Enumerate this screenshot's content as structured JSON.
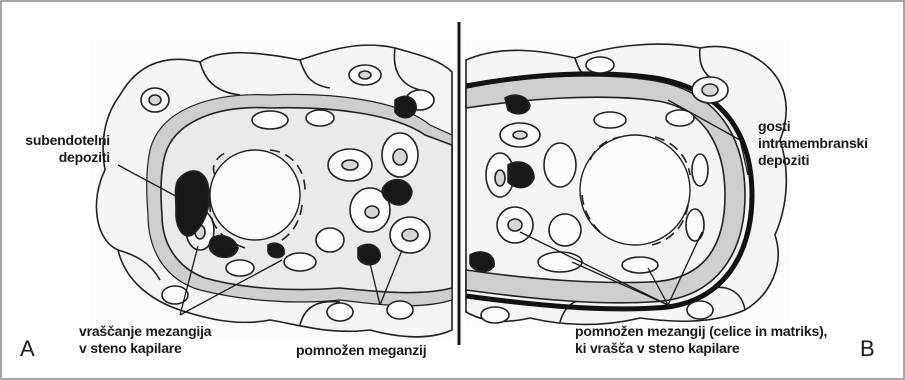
{
  "panel_a": {
    "letter": "A",
    "subendothelial": [
      "subendotelni",
      "depoziti"
    ],
    "ingrowth": [
      "vraščanje mezangija",
      "v steno kapilare"
    ],
    "proliferation": "pomnožen meganzij"
  },
  "panel_b": {
    "letter": "B",
    "dense_deposits": [
      "gosti",
      "intramembranski",
      "depoziti"
    ],
    "proliferation": [
      "pomnožen mezangij (celice in matriks),",
      "ki vrašča v steno kapilare"
    ]
  },
  "colors": {
    "ink": "#1a1a1a",
    "shade": "#cfcfcf",
    "frame": "#8a8a8a"
  }
}
